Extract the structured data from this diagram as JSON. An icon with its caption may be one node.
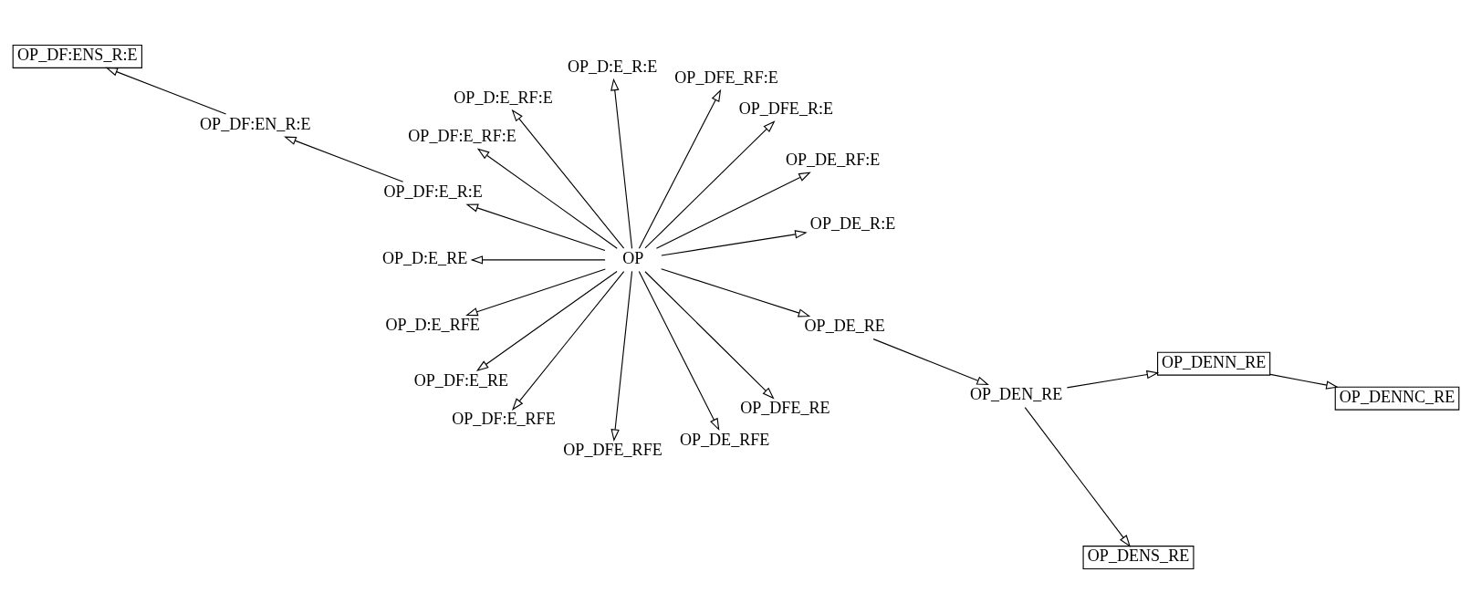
{
  "diagram": {
    "nodes": [
      {
        "text": [
          "OP"
        ]
      },
      {
        "text": [
          "OP_DE_R:E"
        ]
      },
      {
        "text": [
          "OP_DE_RF:E"
        ]
      },
      {
        "text": [
          "OP_DFE_R:E"
        ]
      },
      {
        "text": [
          "OP_DFE_RF:E"
        ]
      },
      {
        "text": [
          "OP_D:E_R:E"
        ]
      },
      {
        "text": [
          "OP_D:E_RF:E"
        ]
      },
      {
        "text": [
          "OP_DF:E_RF:E"
        ]
      },
      {
        "text": [
          "OP_DF:E_R:E"
        ]
      },
      {
        "text": [
          "OP_DF:EN_R:E"
        ]
      },
      {
        "text": [
          "OP_DF:ENS_R:E"
        ]
      },
      {
        "text": [
          "OP_D:E_RE"
        ]
      },
      {
        "text": [
          "OP_D:E_RFE"
        ]
      },
      {
        "text": [
          "OP_DF:E_RE"
        ]
      },
      {
        "text": [
          "OP_DF:E_RFE"
        ]
      },
      {
        "text": [
          "OP_DFE_RFE"
        ]
      },
      {
        "text": [
          "OP_DE_RFE"
        ]
      },
      {
        "text": [
          "OP_DFE_RE"
        ]
      },
      {
        "text": [
          "OP_DE_RE"
        ]
      },
      {
        "text": [
          "OP_DEN_RE"
        ]
      },
      {
        "text": [
          "OP_DENS_RE"
        ]
      },
      {
        "text": [
          "OP_DENN_RE"
        ]
      },
      {
        "text": [
          "OP_DENNC_RE"
        ]
      }
    ],
    "edges": [
      {
        "from": 0,
        "to": 1,
        "arrow": "to"
      },
      {
        "from": 0,
        "to": 2,
        "arrow": "to"
      },
      {
        "from": 0,
        "to": 3,
        "arrow": "to"
      },
      {
        "from": 0,
        "to": 4,
        "arrow": "to"
      },
      {
        "from": 0,
        "to": 5,
        "arrow": "to"
      },
      {
        "from": 0,
        "to": 6,
        "arrow": "to"
      },
      {
        "from": 0,
        "to": 7,
        "arrow": "to"
      },
      {
        "from": 0,
        "to": 8,
        "arrow": "to"
      },
      {
        "from": 8,
        "to": 9,
        "arrow": "to"
      },
      {
        "from": 9,
        "to": 10,
        "arrow": "to"
      },
      {
        "from": 0,
        "to": 11,
        "arrow": "to"
      },
      {
        "from": 0,
        "to": 12,
        "arrow": "to"
      },
      {
        "from": 0,
        "to": 13,
        "arrow": "to"
      },
      {
        "from": 0,
        "to": 14,
        "arrow": "to"
      },
      {
        "from": 0,
        "to": 15,
        "arrow": "to"
      },
      {
        "from": 0,
        "to": 16,
        "arrow": "to"
      },
      {
        "from": 0,
        "to": 17,
        "arrow": "to"
      },
      {
        "from": 0,
        "to": 18,
        "arrow": "to"
      },
      {
        "from": 18,
        "to": 19,
        "arrow": "to"
      },
      {
        "from": 19,
        "to": 20,
        "arrow": "to"
      },
      {
        "from": 19,
        "to": 21,
        "arrow": "to"
      },
      {
        "from": 21,
        "to": 22,
        "arrow": "to"
      }
    ]
  }
}
